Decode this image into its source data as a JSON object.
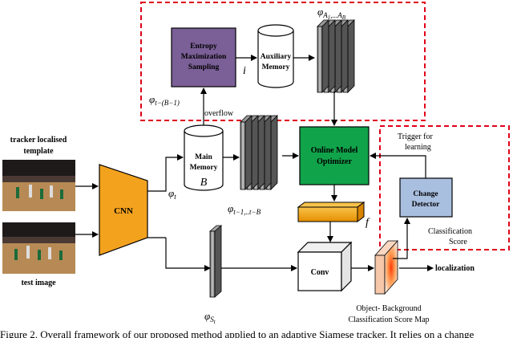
{
  "labels": {
    "entropy_line1": "Entropy",
    "entropy_line2": "Maximization",
    "entropy_line3": "Sampling",
    "aux_line1": "Auxiliary",
    "aux_line2": "Memory",
    "i_symbol": "i",
    "phi_A_base": "φ",
    "phi_A_sub": "A",
    "phi_A_sub_rest": "1",
    "phi_A_sub_tail": ",...A",
    "phi_A_sub_end": "B",
    "phi_overflow_base": "φ",
    "phi_overflow_sub": "t−(B−1)",
    "overflow": "overflow",
    "tracker_line1": "tracker localised",
    "tracker_line2": "template",
    "main_mem_line1": "Main",
    "main_mem_line2": "Memory",
    "B_symbol": "B",
    "cnn": "CNN",
    "phi_t_base": "φ",
    "phi_t_sub": "t",
    "phi_range_base": "φ",
    "phi_range_sub": "t−1,..t−B",
    "online_line1": "Online Model",
    "online_line2": "Optimizer",
    "f_symbol": "f",
    "trigger_line1": "Trigger for",
    "trigger_line2": "learning",
    "change_line1": "Change",
    "change_line2": "Detector",
    "class_score_line1": "Classification",
    "class_score_line2": "Score",
    "phi_s_base": "φ",
    "phi_s_sub": "S",
    "phi_s_subsub": "t",
    "conv": "Conv",
    "localization": "localization",
    "test_image": "test image",
    "map_line1": "Object- Background",
    "map_line2": "Classification Score Map",
    "caption": "Figure 2. Overall framework of our proposed method applied to an adaptive Siamese tracker. It relies on a change"
  },
  "colors": {
    "entropy_fill": "#7b5f97",
    "online_fill": "#11a34a",
    "cnn_fill": "#f3a21e",
    "f_fill": "#f5a80e",
    "dashed_red": "#e0001b",
    "feature_gray": "#7a7a7a"
  }
}
